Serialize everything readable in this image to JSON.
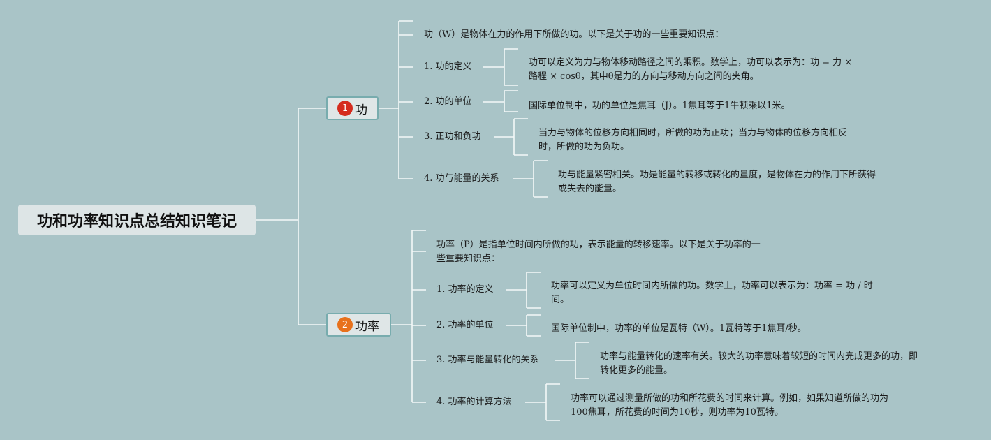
{
  "root": {
    "title": "功和功率知识点总结知识笔记"
  },
  "colors": {
    "background": "#a9c4c7",
    "connector": "#f4f8f8",
    "branch1_badge": "#d52b1e",
    "branch2_badge": "#e8711c"
  },
  "branches": [
    {
      "number": "1",
      "label": "功",
      "intro": "功（W）是物体在力的作用下所做的功。以下是关于功的一些重要知识点：",
      "items": [
        {
          "label": "1. 功的定义",
          "detail_lines": [
            "功可以定义为力与物体移动路径之间的乘积。数学上，功可以表示为：功 = 力 ×",
            "路程 × cosθ，其中θ是力的方向与移动方向之间的夹角。"
          ]
        },
        {
          "label": "2. 功的单位",
          "detail_lines": [
            "国际单位制中，功的单位是焦耳（J）。1焦耳等于1牛顿乘以1米。"
          ]
        },
        {
          "label": "3. 正功和负功",
          "detail_lines": [
            "当力与物体的位移方向相同时，所做的功为正功；当力与物体的位移方向相反",
            "时，所做的功为负功。"
          ]
        },
        {
          "label": "4. 功与能量的关系",
          "detail_lines": [
            "功与能量紧密相关。功是能量的转移或转化的量度，是物体在力的作用下所获得",
            "或失去的能量。"
          ]
        }
      ]
    },
    {
      "number": "2",
      "label": "功率",
      "intro_lines": [
        "功率（P）是指单位时间内所做的功，表示能量的转移速率。以下是关于功率的一",
        "些重要知识点："
      ],
      "items": [
        {
          "label": "1. 功率的定义",
          "detail_lines": [
            "功率可以定义为单位时间内所做的功。数学上，功率可以表示为：功率 = 功 / 时",
            "间。"
          ]
        },
        {
          "label": "2. 功率的单位",
          "detail_lines": [
            "国际单位制中，功率的单位是瓦特（W）。1瓦特等于1焦耳/秒。"
          ]
        },
        {
          "label": "3. 功率与能量转化的关系",
          "detail_lines": [
            "功率与能量转化的速率有关。较大的功率意味着较短的时间内完成更多的功，即",
            "转化更多的能量。"
          ]
        },
        {
          "label": "4. 功率的计算方法",
          "detail_lines": [
            "功率可以通过测量所做的功和所花费的时间来计算。例如，如果知道所做的功为",
            "100焦耳，所花费的时间为10秒，则功率为10瓦特。"
          ]
        }
      ]
    }
  ]
}
